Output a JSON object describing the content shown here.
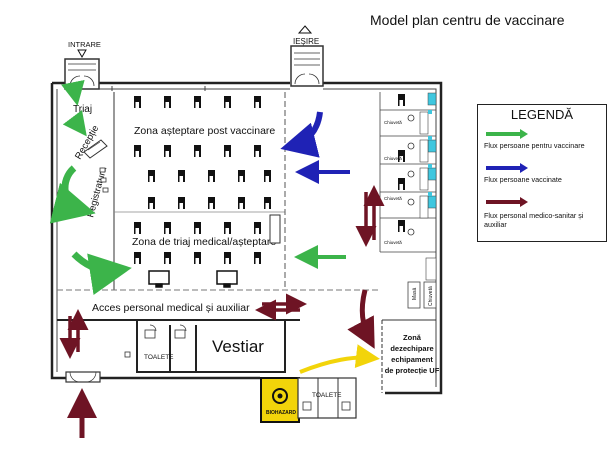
{
  "title": "Model plan centru de vaccinare",
  "labels": {
    "intrare": "INTRARE",
    "iesire": "IEȘIRE",
    "triaj": "Triaj",
    "receptie": "Recepție",
    "registratura": "Registratura",
    "zona_asteptare": "Zona așteptare post vaccinare",
    "zona_triaj": "Zona de triaj medical/așteptare",
    "acces_personal": "Acces personal medical și auxiliar",
    "vestiar": "Vestiar",
    "toalete": "TOALETE",
    "zona_dezechipare": [
      "Zonă",
      "dezechipare",
      "echipament",
      "de protecție UF"
    ],
    "biohazard": "BIOHAZARD",
    "chiuveta": "Chiuvetă",
    "masa": "Masă"
  },
  "legend": {
    "title": "LEGENDĂ",
    "items": [
      {
        "label": "Flux persoane pentru vaccinare",
        "color": "#3cb44a"
      },
      {
        "label": "Flux persoane vaccinate",
        "color": "#1f22b5"
      },
      {
        "label": "Flux personal medico-sanitar și auxiliar",
        "color": "#6e1424"
      }
    ]
  },
  "colors": {
    "green": "#3cb44a",
    "blue": "#1f22b5",
    "maroon": "#6e1424",
    "yellow": "#f2d40a",
    "cyan": "#3fc7df"
  }
}
